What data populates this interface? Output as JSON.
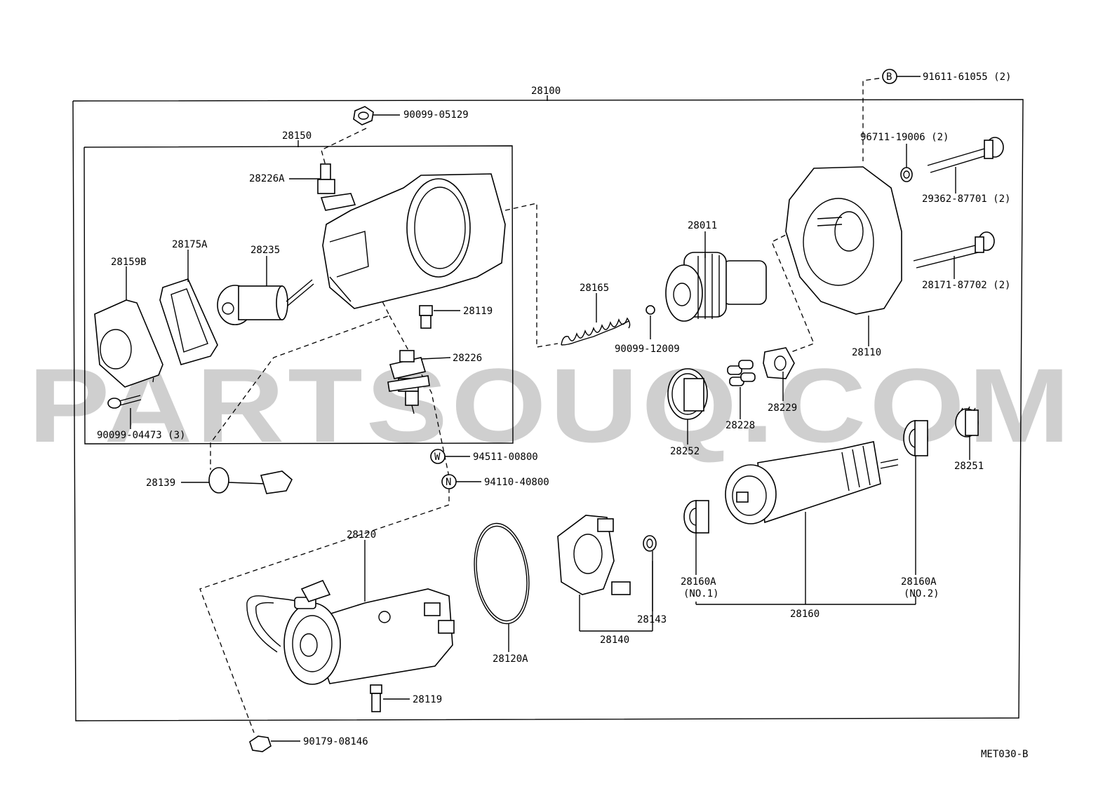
{
  "watermark": "PARTSOUQ.COM",
  "diagram_code": "MET030-B",
  "groups": {
    "assembly": "28100",
    "sub_assembly": "28150"
  },
  "symbols": {
    "b": "B",
    "w": "W",
    "n": "N"
  },
  "callouts": {
    "c90099_05129": "90099-05129",
    "c28226a": "28226A",
    "c28175a": "28175A",
    "c28159b": "28159B",
    "c28235": "28235",
    "c28119_top": "28119",
    "c28226": "28226",
    "c90099_04473": "90099-04473 (3)",
    "c28139": "28139",
    "c94511": "94511-00800",
    "c94110": "94110-40800",
    "c91611": "91611-61055 (2)",
    "c96711": "96711-19006 (2)",
    "c29362": "29362-87701 (2)",
    "c28171": "28171-87702 (2)",
    "c28011": "28011",
    "c28165": "28165",
    "c90099_12009": "90099-12009",
    "c28110": "28110",
    "c28252": "28252",
    "c28228": "28228",
    "c28229": "28229",
    "c28251": "28251",
    "c28120": "28120",
    "c28120a": "28120A",
    "c28140": "28140",
    "c28143": "28143",
    "c28160a1": "28160A",
    "c28160a1_sub": "(NO.1)",
    "c28160a2": "28160A",
    "c28160a2_sub": "(NO.2)",
    "c28160": "28160",
    "c28119_bottom": "28119",
    "c90179": "90179-08146"
  }
}
